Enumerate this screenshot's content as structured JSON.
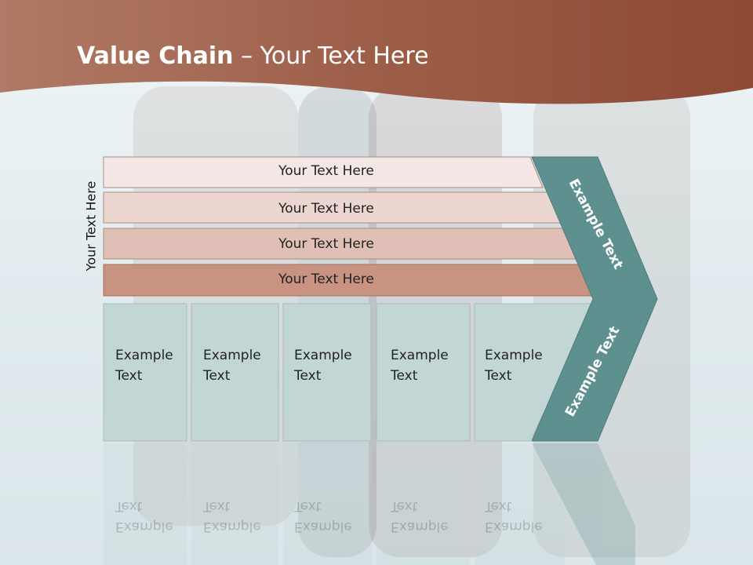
{
  "title": {
    "bold": "Value Chain",
    "rest": " – Your Text Here"
  },
  "side_label": "Your Text Here",
  "bands": [
    "Your Text Here",
    "Your Text Here",
    "Your Text Here",
    "Your Text Here"
  ],
  "boxes": [
    {
      "line1": "Example",
      "line2": "Text"
    },
    {
      "line1": "Example",
      "line2": "Text"
    },
    {
      "line1": "Example",
      "line2": "Text"
    },
    {
      "line1": "Example",
      "line2": "Text"
    },
    {
      "line1": "Example",
      "line2": "Text"
    }
  ],
  "chevron": {
    "top": "Example Text",
    "bottom": "Example Text"
  },
  "colors": {
    "header": "#9b5a45",
    "band1": "#f3e8e5",
    "band2": "#ebd6d0",
    "band3": "#e0c0b6",
    "band4": "#c99382",
    "box": "#c2d6d6",
    "chevron": "#5f9090"
  }
}
